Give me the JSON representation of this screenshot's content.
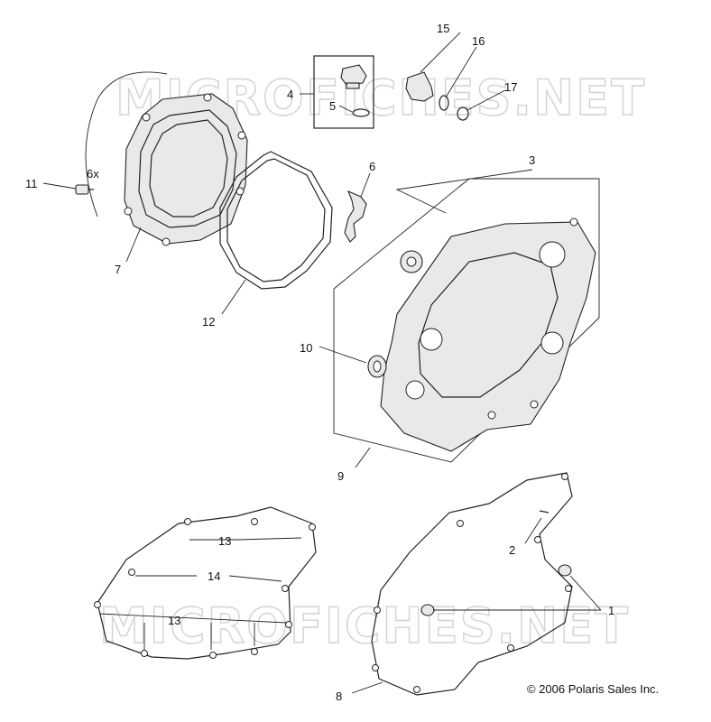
{
  "watermark": {
    "text": "MICROFICHES.NET"
  },
  "callouts": {
    "c1": "1",
    "c2": "2",
    "c3": "3",
    "c4": "4",
    "c5": "5",
    "c6": "6",
    "c6x": "6x",
    "c7": "7",
    "c8": "8",
    "c9": "9",
    "c10": "10",
    "c11": "11",
    "c12": "12",
    "c13a": "13",
    "c13b": "13",
    "c14": "14",
    "c15": "15",
    "c16": "16",
    "c17": "17"
  },
  "copyright": "© 2006 Polaris Sales Inc."
}
